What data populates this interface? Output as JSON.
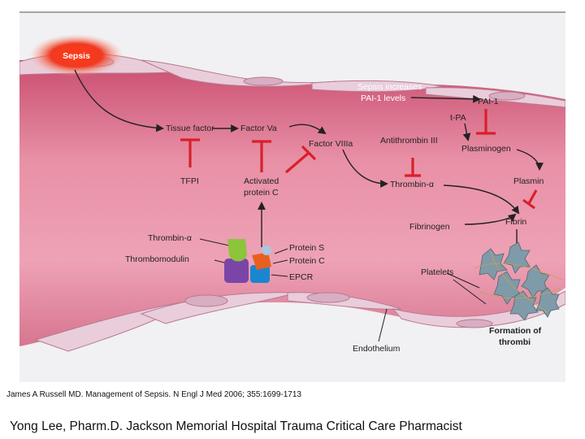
{
  "diagram": {
    "sepsis": "Sepsis",
    "note": [
      "Sepsis increases",
      "PAI-1 levels"
    ],
    "pai1": "PAI-1",
    "tpa": "t-PA",
    "tissue_factor": "Tissue factor",
    "factor_va": "Factor Va",
    "factor_viiia": "Factor VIIIa",
    "antithrombin": "Antithrombin III",
    "plasminogen": "Plasminogen",
    "tfpi": "TFPI",
    "activated_protein_c": [
      "Activated",
      "protein C"
    ],
    "thrombin_center": "Thrombin-α",
    "plasmin": "Plasmin",
    "fibrinogen": "Fibrinogen",
    "fibrin": "Fibrin",
    "thrombin_left": "Thrombin-α",
    "thrombomodulin": "Thrombomodulin",
    "protein_s": "Protein S",
    "protein_c": "Protein C",
    "epcr": "EPCR",
    "platelets": "Platelets",
    "formation": [
      "Formation of",
      "thrombi"
    ],
    "endothelium": "Endothelium"
  },
  "citation": "James A Russell MD. Management of Sepsis. N Engl J Med 2006; 355:1699-1713",
  "footer": "Yong Lee, Pharm.D. Jackson Memorial Hospital Trauma Critical Care Pharmacist",
  "colors": {
    "vessel": "#e890a6",
    "cells": "#e9cdda",
    "inhibit": "#d8202a",
    "sepsis_glow": "#ef2a1a",
    "thrombomodulin": "#7b45a8",
    "thrombin": "#8cc43c",
    "protein_c": "#e86020",
    "epcr": "#1a86d0",
    "platelets": "#7f9aa8"
  }
}
